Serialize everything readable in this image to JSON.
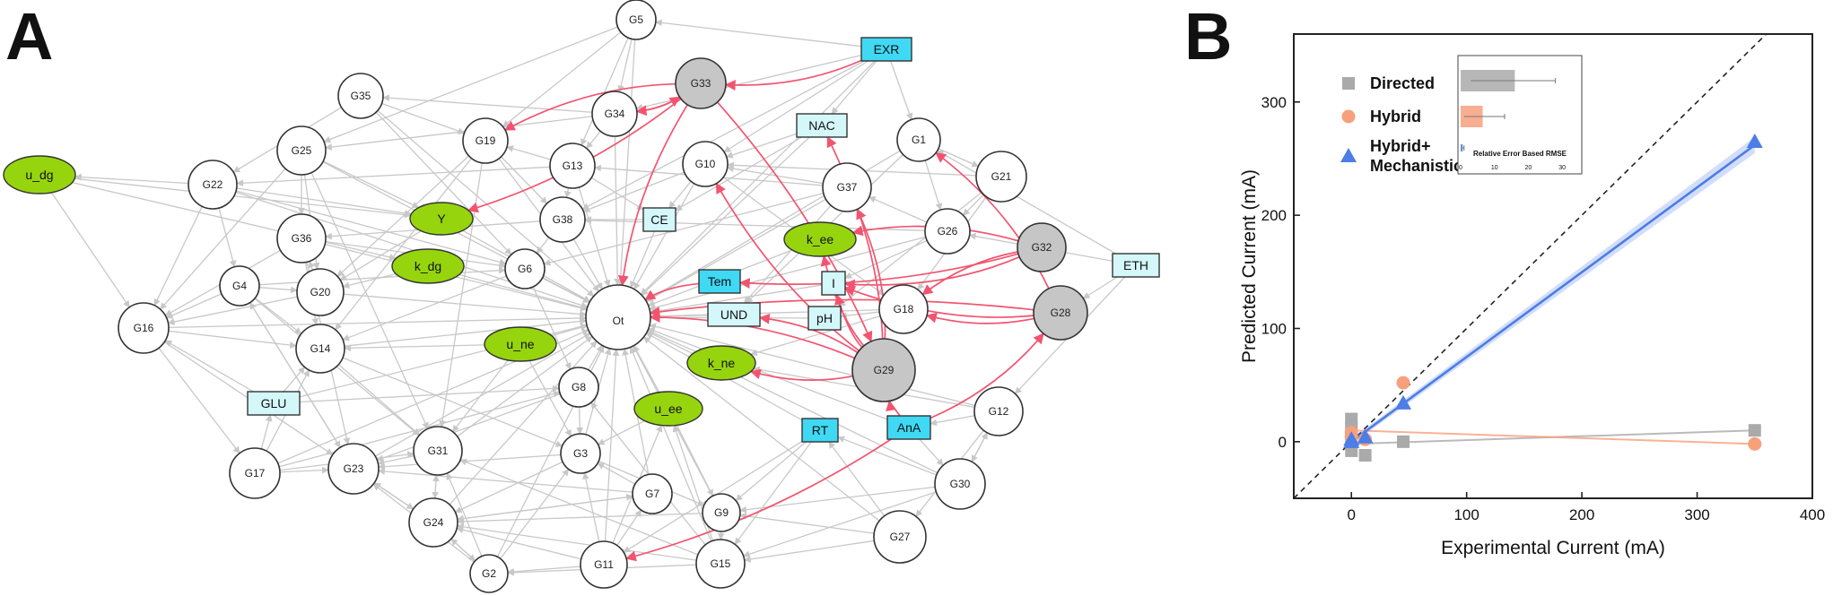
{
  "panels": {
    "a_label": "A",
    "b_label": "B"
  },
  "colors": {
    "edge_gray": "#c8c8c8",
    "edge_red": "#f2546f",
    "node_white": "#ffffff",
    "node_gray": "#c6c6c6",
    "node_green": "#96d40e",
    "box_cyan": "#3fd9f4",
    "box_light": "#d4f7fa",
    "directed": "#aaaaaa",
    "hybrid": "#f7a07c",
    "mechanistic": "#4d7de6"
  },
  "network": {
    "circle_nodes": [
      {
        "id": "G5",
        "label": "G5",
        "style": "white"
      },
      {
        "id": "G33",
        "label": "G33",
        "style": "gray"
      },
      {
        "id": "G35",
        "label": "G35",
        "style": "white"
      },
      {
        "id": "G34",
        "label": "G34",
        "style": "white"
      },
      {
        "id": "G19",
        "label": "G19",
        "style": "white"
      },
      {
        "id": "G25",
        "label": "G25",
        "style": "white"
      },
      {
        "id": "G13",
        "label": "G13",
        "style": "white"
      },
      {
        "id": "G10",
        "label": "G10",
        "style": "white"
      },
      {
        "id": "G1",
        "label": "G1",
        "style": "white"
      },
      {
        "id": "G21",
        "label": "G21",
        "style": "white"
      },
      {
        "id": "G22",
        "label": "G22",
        "style": "white"
      },
      {
        "id": "G37",
        "label": "G37",
        "style": "white"
      },
      {
        "id": "G38",
        "label": "G38",
        "style": "white"
      },
      {
        "id": "G36",
        "label": "G36",
        "style": "white"
      },
      {
        "id": "G26",
        "label": "G26",
        "style": "white"
      },
      {
        "id": "G32",
        "label": "G32",
        "style": "gray"
      },
      {
        "id": "G6",
        "label": "G6",
        "style": "white"
      },
      {
        "id": "G4",
        "label": "G4",
        "style": "white"
      },
      {
        "id": "G20",
        "label": "G20",
        "style": "white"
      },
      {
        "id": "Ot",
        "label": "Ot",
        "style": "white"
      },
      {
        "id": "G28",
        "label": "G28",
        "style": "gray"
      },
      {
        "id": "G16",
        "label": "G16",
        "style": "white"
      },
      {
        "id": "G18",
        "label": "G18",
        "style": "white"
      },
      {
        "id": "G14",
        "label": "G14",
        "style": "white"
      },
      {
        "id": "G29",
        "label": "G29",
        "style": "gray"
      },
      {
        "id": "G8",
        "label": "G8",
        "style": "white"
      },
      {
        "id": "G12",
        "label": "G12",
        "style": "white"
      },
      {
        "id": "G31",
        "label": "G31",
        "style": "white"
      },
      {
        "id": "G3",
        "label": "G3",
        "style": "white"
      },
      {
        "id": "G17",
        "label": "G17",
        "style": "white"
      },
      {
        "id": "G23",
        "label": "G23",
        "style": "white"
      },
      {
        "id": "G30",
        "label": "G30",
        "style": "white"
      },
      {
        "id": "G7",
        "label": "G7",
        "style": "white"
      },
      {
        "id": "G9",
        "label": "G9",
        "style": "white"
      },
      {
        "id": "G24",
        "label": "G24",
        "style": "white"
      },
      {
        "id": "G27",
        "label": "G27",
        "style": "white"
      },
      {
        "id": "G2",
        "label": "G2",
        "style": "white"
      },
      {
        "id": "G11",
        "label": "G11",
        "style": "white"
      },
      {
        "id": "G15",
        "label": "G15",
        "style": "white"
      }
    ],
    "ellipse_nodes": [
      {
        "id": "u_dg",
        "label": "u_dg"
      },
      {
        "id": "Y",
        "label": "Y"
      },
      {
        "id": "k_dg",
        "label": "k_dg"
      },
      {
        "id": "k_ee",
        "label": "k_ee"
      },
      {
        "id": "u_ne",
        "label": "u_ne"
      },
      {
        "id": "k_ne",
        "label": "k_ne"
      },
      {
        "id": "u_ee",
        "label": "u_ee"
      }
    ],
    "box_nodes": [
      {
        "id": "EXR",
        "label": "EXR",
        "style": "cyan"
      },
      {
        "id": "NAC",
        "label": "NAC",
        "style": "light"
      },
      {
        "id": "CE",
        "label": "CE",
        "style": "light"
      },
      {
        "id": "ETH",
        "label": "ETH",
        "style": "light"
      },
      {
        "id": "Tem",
        "label": "Tem",
        "style": "cyan"
      },
      {
        "id": "I",
        "label": "I",
        "style": "light"
      },
      {
        "id": "UND",
        "label": "UND",
        "style": "light"
      },
      {
        "id": "pH",
        "label": "pH",
        "style": "light"
      },
      {
        "id": "GLU",
        "label": "GLU",
        "style": "light"
      },
      {
        "id": "RT",
        "label": "RT",
        "style": "cyan"
      },
      {
        "id": "AnA",
        "label": "AnA",
        "style": "cyan"
      }
    ],
    "red_edges": [
      [
        "EXR",
        "G33"
      ],
      [
        "G33",
        "G19"
      ],
      [
        "G33",
        "Y"
      ],
      [
        "G33",
        "Ot"
      ],
      [
        "G33",
        "G29"
      ],
      [
        "G34",
        "G33"
      ],
      [
        "G33",
        "G34"
      ],
      [
        "G29",
        "Ot"
      ],
      [
        "G29",
        "G10"
      ],
      [
        "G29",
        "NAC"
      ],
      [
        "G29",
        "k_ne"
      ],
      [
        "G29",
        "UND"
      ],
      [
        "G29",
        "I"
      ],
      [
        "G29",
        "G37"
      ],
      [
        "G29",
        "k_ee"
      ],
      [
        "G32",
        "k_ee"
      ],
      [
        "G32",
        "Tem"
      ],
      [
        "G32",
        "G18"
      ],
      [
        "G32",
        "I"
      ],
      [
        "G28",
        "G1"
      ],
      [
        "G28",
        "G18"
      ],
      [
        "G28",
        "Ot"
      ],
      [
        "G28",
        "I"
      ],
      [
        "Tem",
        "Ot"
      ],
      [
        "AnA",
        "G29"
      ],
      [
        "AnA",
        "G28"
      ],
      [
        "AnA",
        "G11"
      ]
    ],
    "gray_edges": [
      [
        "EXR",
        "G5"
      ],
      [
        "EXR",
        "NAC"
      ],
      [
        "EXR",
        "G1"
      ],
      [
        "EXR",
        "G10"
      ],
      [
        "EXR",
        "G34"
      ],
      [
        "EXR",
        "Ot"
      ],
      [
        "EXR",
        "G38"
      ],
      [
        "G5",
        "G34"
      ],
      [
        "G5",
        "G19"
      ],
      [
        "G5",
        "Ot"
      ],
      [
        "G5",
        "G13"
      ],
      [
        "G35",
        "G19"
      ],
      [
        "G35",
        "Ot"
      ],
      [
        "G35",
        "G6"
      ],
      [
        "G19",
        "Ot"
      ],
      [
        "G19",
        "G14"
      ],
      [
        "G19",
        "G20"
      ],
      [
        "G19",
        "G38"
      ],
      [
        "G19",
        "G31"
      ],
      [
        "G25",
        "G36"
      ],
      [
        "G25",
        "Y"
      ],
      [
        "G25",
        "G20"
      ],
      [
        "G25",
        "Ot"
      ],
      [
        "G25",
        "G31"
      ],
      [
        "G25",
        "G16"
      ],
      [
        "G22",
        "u_dg"
      ],
      [
        "G22",
        "G16"
      ],
      [
        "G22",
        "Y"
      ],
      [
        "G22",
        "G4"
      ],
      [
        "G22",
        "G6"
      ],
      [
        "G22",
        "Ot"
      ],
      [
        "u_dg",
        "G16"
      ],
      [
        "u_dg",
        "Y"
      ],
      [
        "u_dg",
        "k_dg"
      ],
      [
        "G13",
        "Ot"
      ],
      [
        "G13",
        "G38"
      ],
      [
        "G13",
        "G19"
      ],
      [
        "G13",
        "CE"
      ],
      [
        "G10",
        "Ot"
      ],
      [
        "G10",
        "G18"
      ],
      [
        "G10",
        "G38"
      ],
      [
        "G10",
        "CE"
      ],
      [
        "G1",
        "Ot"
      ],
      [
        "G1",
        "G26"
      ],
      [
        "G1",
        "G21"
      ],
      [
        "G1",
        "UND"
      ],
      [
        "G21",
        "G26"
      ],
      [
        "G21",
        "G18"
      ],
      [
        "G21",
        "pH"
      ],
      [
        "G37",
        "Ot"
      ],
      [
        "G37",
        "G13"
      ],
      [
        "G37",
        "G10"
      ],
      [
        "G37",
        "UND"
      ],
      [
        "G38",
        "Ot"
      ],
      [
        "G38",
        "G6"
      ],
      [
        "G38",
        "G36"
      ],
      [
        "G36",
        "Ot"
      ],
      [
        "G36",
        "G6"
      ],
      [
        "G36",
        "G14"
      ],
      [
        "G36",
        "G16"
      ],
      [
        "G26",
        "Ot"
      ],
      [
        "G26",
        "G38"
      ],
      [
        "G26",
        "I"
      ],
      [
        "G26",
        "G37"
      ],
      [
        "ETH",
        "G28"
      ],
      [
        "ETH",
        "G26"
      ],
      [
        "ETH",
        "G1"
      ],
      [
        "ETH",
        "G12"
      ],
      [
        "G6",
        "Ot"
      ],
      [
        "G6",
        "G14"
      ],
      [
        "G6",
        "G8"
      ],
      [
        "G4",
        "G20"
      ],
      [
        "G4",
        "G14"
      ],
      [
        "G4",
        "G16"
      ],
      [
        "G4",
        "G31"
      ],
      [
        "G4",
        "G23"
      ],
      [
        "G4",
        "G6"
      ],
      [
        "G20",
        "Ot"
      ],
      [
        "G20",
        "G16"
      ],
      [
        "G20",
        "G36"
      ],
      [
        "G16",
        "G14"
      ],
      [
        "G16",
        "G17"
      ],
      [
        "G16",
        "G23"
      ],
      [
        "G16",
        "Ot"
      ],
      [
        "G18",
        "Ot"
      ],
      [
        "G18",
        "k_ne"
      ],
      [
        "G18",
        "pH"
      ],
      [
        "G14",
        "Ot"
      ],
      [
        "G14",
        "G3"
      ],
      [
        "G14",
        "G31"
      ],
      [
        "u_ne",
        "Ot"
      ],
      [
        "u_ne",
        "G14"
      ],
      [
        "u_ne",
        "G31"
      ],
      [
        "u_ne",
        "G3"
      ],
      [
        "G8",
        "Ot"
      ],
      [
        "G8",
        "G3"
      ],
      [
        "G8",
        "G23"
      ],
      [
        "GLU",
        "Ot"
      ],
      [
        "GLU",
        "G14"
      ],
      [
        "GLU",
        "G16"
      ],
      [
        "GLU",
        "G8"
      ],
      [
        "G12",
        "Ot"
      ],
      [
        "G12",
        "G30"
      ],
      [
        "G12",
        "G27"
      ],
      [
        "G12",
        "AnA"
      ],
      [
        "G12",
        "k_ne"
      ],
      [
        "G31",
        "Ot"
      ],
      [
        "G31",
        "G23"
      ],
      [
        "G31",
        "G24"
      ],
      [
        "G3",
        "Ot"
      ],
      [
        "G3",
        "G23"
      ],
      [
        "G3",
        "G24"
      ],
      [
        "G3",
        "G9"
      ],
      [
        "G17",
        "G31"
      ],
      [
        "G17",
        "G23"
      ],
      [
        "G17",
        "Ot"
      ],
      [
        "G17",
        "GLU"
      ],
      [
        "G17",
        "G8"
      ],
      [
        "G17",
        "G14"
      ],
      [
        "G23",
        "Ot"
      ],
      [
        "G23",
        "G4"
      ],
      [
        "G23",
        "G24"
      ],
      [
        "G30",
        "Ot"
      ],
      [
        "G30",
        "G9"
      ],
      [
        "G30",
        "G15"
      ],
      [
        "G30",
        "RT"
      ],
      [
        "G30",
        "G12"
      ],
      [
        "G7",
        "Ot"
      ],
      [
        "G7",
        "G3"
      ],
      [
        "G7",
        "G24"
      ],
      [
        "G7",
        "G23"
      ],
      [
        "G9",
        "Ot"
      ],
      [
        "G9",
        "G24"
      ],
      [
        "G9",
        "G15"
      ],
      [
        "G24",
        "Ot"
      ],
      [
        "G24",
        "G31"
      ],
      [
        "G24",
        "G23"
      ],
      [
        "G24",
        "G2"
      ],
      [
        "G24",
        "G7"
      ],
      [
        "G27",
        "G15"
      ],
      [
        "G27",
        "G9"
      ],
      [
        "G27",
        "Ot"
      ],
      [
        "G27",
        "RT"
      ],
      [
        "G2",
        "Ot"
      ],
      [
        "G2",
        "G24"
      ],
      [
        "G2",
        "G31"
      ],
      [
        "G2",
        "G23"
      ],
      [
        "G2",
        "G3"
      ],
      [
        "G11",
        "Ot"
      ],
      [
        "G11",
        "G24"
      ],
      [
        "G11",
        "G3"
      ],
      [
        "G11",
        "G7"
      ],
      [
        "G11",
        "u_ee"
      ],
      [
        "G11",
        "G2"
      ],
      [
        "G15",
        "Ot"
      ],
      [
        "G15",
        "G24"
      ],
      [
        "G15",
        "G31"
      ],
      [
        "G15",
        "G2"
      ],
      [
        "G15",
        "G8"
      ],
      [
        "G15",
        "u_ee"
      ],
      [
        "RT",
        "Ot"
      ],
      [
        "RT",
        "G15"
      ],
      [
        "RT",
        "G9"
      ],
      [
        "RT",
        "G11"
      ],
      [
        "AnA",
        "Ot"
      ],
      [
        "AnA",
        "G30"
      ],
      [
        "u_ee",
        "Ot"
      ],
      [
        "u_ee",
        "G9"
      ],
      [
        "u_ee",
        "G3"
      ],
      [
        "k_ne",
        "Ot"
      ],
      [
        "k_dg",
        "Ot"
      ],
      [
        "k_dg",
        "G20"
      ],
      [
        "Y",
        "Ot"
      ],
      [
        "Y",
        "G20"
      ],
      [
        "CE",
        "Ot"
      ],
      [
        "CE",
        "G38"
      ],
      [
        "NAC",
        "Ot"
      ],
      [
        "NAC",
        "G10"
      ],
      [
        "NAC",
        "CE"
      ],
      [
        "I",
        "Ot"
      ],
      [
        "pH",
        "Ot"
      ],
      [
        "UND",
        "Ot"
      ],
      [
        "k_ee",
        "Ot"
      ],
      [
        "G34",
        "Ot"
      ],
      [
        "G34",
        "G13"
      ],
      [
        "G34",
        "G35"
      ],
      [
        "G34",
        "G25"
      ],
      [
        "G36",
        "G23"
      ],
      [
        "G35",
        "G22"
      ],
      [
        "G5",
        "G25"
      ],
      [
        "G13",
        "G22"
      ],
      [
        "G21",
        "G10"
      ],
      [
        "G37",
        "G6"
      ]
    ]
  },
  "chart_data": {
    "type": "scatter",
    "xlabel": "Experimental Current (mA)",
    "ylabel": "Predicted Current (mA)",
    "xlim": [
      -50,
      400
    ],
    "ylim": [
      -50,
      360
    ],
    "xticks": [
      0,
      100,
      200,
      300,
      400
    ],
    "yticks": [
      0,
      100,
      200,
      300
    ],
    "legend_position": "top-left",
    "reference_line": "y = x (dashed)",
    "series": [
      {
        "name": "Directed",
        "marker": "square",
        "color": "#aaaaaa",
        "points": [
          [
            0,
            20
          ],
          [
            0,
            12
          ],
          [
            0,
            -8
          ],
          [
            0,
            4
          ],
          [
            12,
            -12
          ],
          [
            45,
            0
          ],
          [
            350,
            10
          ]
        ],
        "fit": [
          [
            0,
            -2
          ],
          [
            350,
            10
          ]
        ]
      },
      {
        "name": "Hybrid",
        "marker": "circle",
        "color": "#f7a07c",
        "points": [
          [
            0,
            8
          ],
          [
            0,
            4
          ],
          [
            12,
            2
          ],
          [
            45,
            52
          ],
          [
            350,
            -2
          ]
        ],
        "fit": [
          [
            0,
            10
          ],
          [
            350,
            -2
          ]
        ]
      },
      {
        "name": "Hybrid+\nMechanistic",
        "marker": "triangle",
        "color": "#4d7de6",
        "points": [
          [
            0,
            2
          ],
          [
            0,
            0
          ],
          [
            12,
            4
          ],
          [
            45,
            34
          ],
          [
            350,
            265
          ]
        ],
        "fit": [
          [
            0,
            0
          ],
          [
            350,
            262
          ]
        ]
      }
    ],
    "inset": {
      "type": "bar",
      "title": "Relative Error Based RMSE",
      "xticks": [
        0,
        10,
        20,
        30
      ],
      "xlim": [
        0,
        35
      ],
      "bars": [
        {
          "series": "Directed",
          "value": 16,
          "error_low": 3,
          "error_high": 28,
          "color": "#aaaaaa"
        },
        {
          "series": "Hybrid",
          "value": 6.5,
          "error_low": 1,
          "error_high": 13,
          "color": "#f7a07c"
        },
        {
          "series": "Hybrid+\nMechanistic",
          "value": 0.6,
          "error_low": 0.2,
          "error_high": 1,
          "color": "#4d7de6"
        }
      ]
    }
  }
}
